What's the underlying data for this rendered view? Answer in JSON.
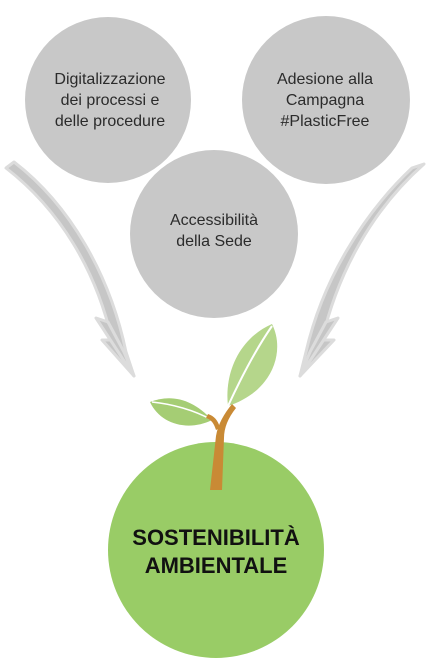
{
  "colors": {
    "circle_fill": "#c8c8c8",
    "arrow_fill": "#c6c6c6",
    "arrow_stroke": "#d8d8d8",
    "main_circle_fill": "#99cc66",
    "leaf_fill": "#a9cf7c",
    "leaf_light": "#c4e09e",
    "stem_fill": "#c98a35",
    "text_dark": "#2b2b2b"
  },
  "nodes": [
    {
      "text": "Digitalizzazione\ndei processi e\ndelle procedure"
    },
    {
      "text": "Adesione alla\nCampagna\n#PlasticFree"
    },
    {
      "text": "Accessibilità\ndella Sede"
    }
  ],
  "target": {
    "text": "SOSTENIBILITÀ\nAMBIENTALE"
  }
}
